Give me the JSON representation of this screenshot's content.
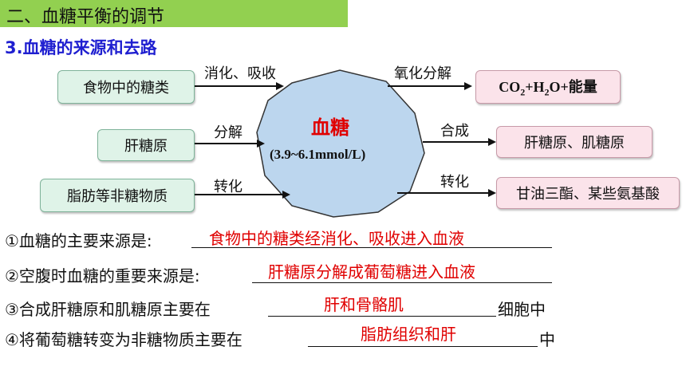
{
  "header": {
    "title": "二、血糖平衡的调节",
    "bg": "#92d050"
  },
  "subtitle": "3.血糖的来源和去路",
  "center": {
    "title": "血糖",
    "range": "(3.9~6.1mmol/L)",
    "fill": "#bcd6ee",
    "title_color": "#e00000"
  },
  "sources": [
    {
      "box": "食物中的糖类",
      "arrow": "消化、吸收"
    },
    {
      "box": "肝糖原",
      "arrow": "分解"
    },
    {
      "box": "脂肪等非糖物质",
      "arrow": "转化"
    }
  ],
  "outputs": [
    {
      "arrow": "氧化分解",
      "box_html_parts": [
        "CO",
        "2",
        "+H",
        "2",
        "O+能量"
      ]
    },
    {
      "arrow": "合成",
      "box": "肝糖原、肌糖原"
    },
    {
      "arrow": "转化",
      "box": "甘油三酯、某些氨基酸"
    }
  ],
  "questions": [
    {
      "prefix": "①血糖的主要来源是:",
      "answer": "食物中的糖类经消化、吸收进入血液",
      "suffix": ""
    },
    {
      "prefix": "②空腹时血糖的重要来源是:",
      "answer": "肝糖原分解成葡萄糖进入血液",
      "suffix": ""
    },
    {
      "prefix": "③合成肝糖原和肌糖原主要在",
      "answer": "肝和骨骼肌",
      "suffix": "细胞中"
    },
    {
      "prefix": "④将葡萄糖转变为非糖物质主要在",
      "answer": "脂肪组织和肝",
      "suffix": "中"
    }
  ],
  "colors": {
    "answer": "#e00000",
    "subtitle": "#1f1fd0",
    "source_box": "#dff3e8",
    "output_box": "#fbe3ea"
  }
}
